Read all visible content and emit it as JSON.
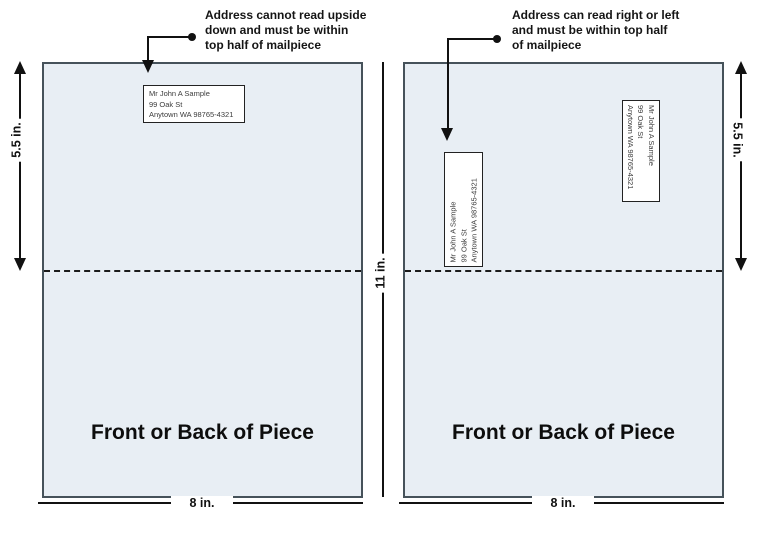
{
  "annotations": {
    "left": {
      "lines": [
        "Address cannot read upside",
        "down and must be within",
        "top half of mailpiece"
      ]
    },
    "right": {
      "lines": [
        "Address can read right or left",
        "and must be within top half",
        "of mailpiece"
      ]
    }
  },
  "address_label": {
    "lines": [
      "Mr John A Sample",
      "99 Oak St",
      "Anytown WA 98765-4321"
    ]
  },
  "dimensions": {
    "half_height": "5.5 in.",
    "full_height": "11 in.",
    "width": "8 in."
  },
  "panels": {
    "left": {
      "caption": "Front or Back of Piece"
    },
    "right": {
      "caption": "Front or Back of Piece"
    }
  },
  "colors": {
    "panel_fill": "#e8eef4",
    "panel_border": "#46525a",
    "ink": "#111111",
    "label_bg": "#ffffff"
  }
}
